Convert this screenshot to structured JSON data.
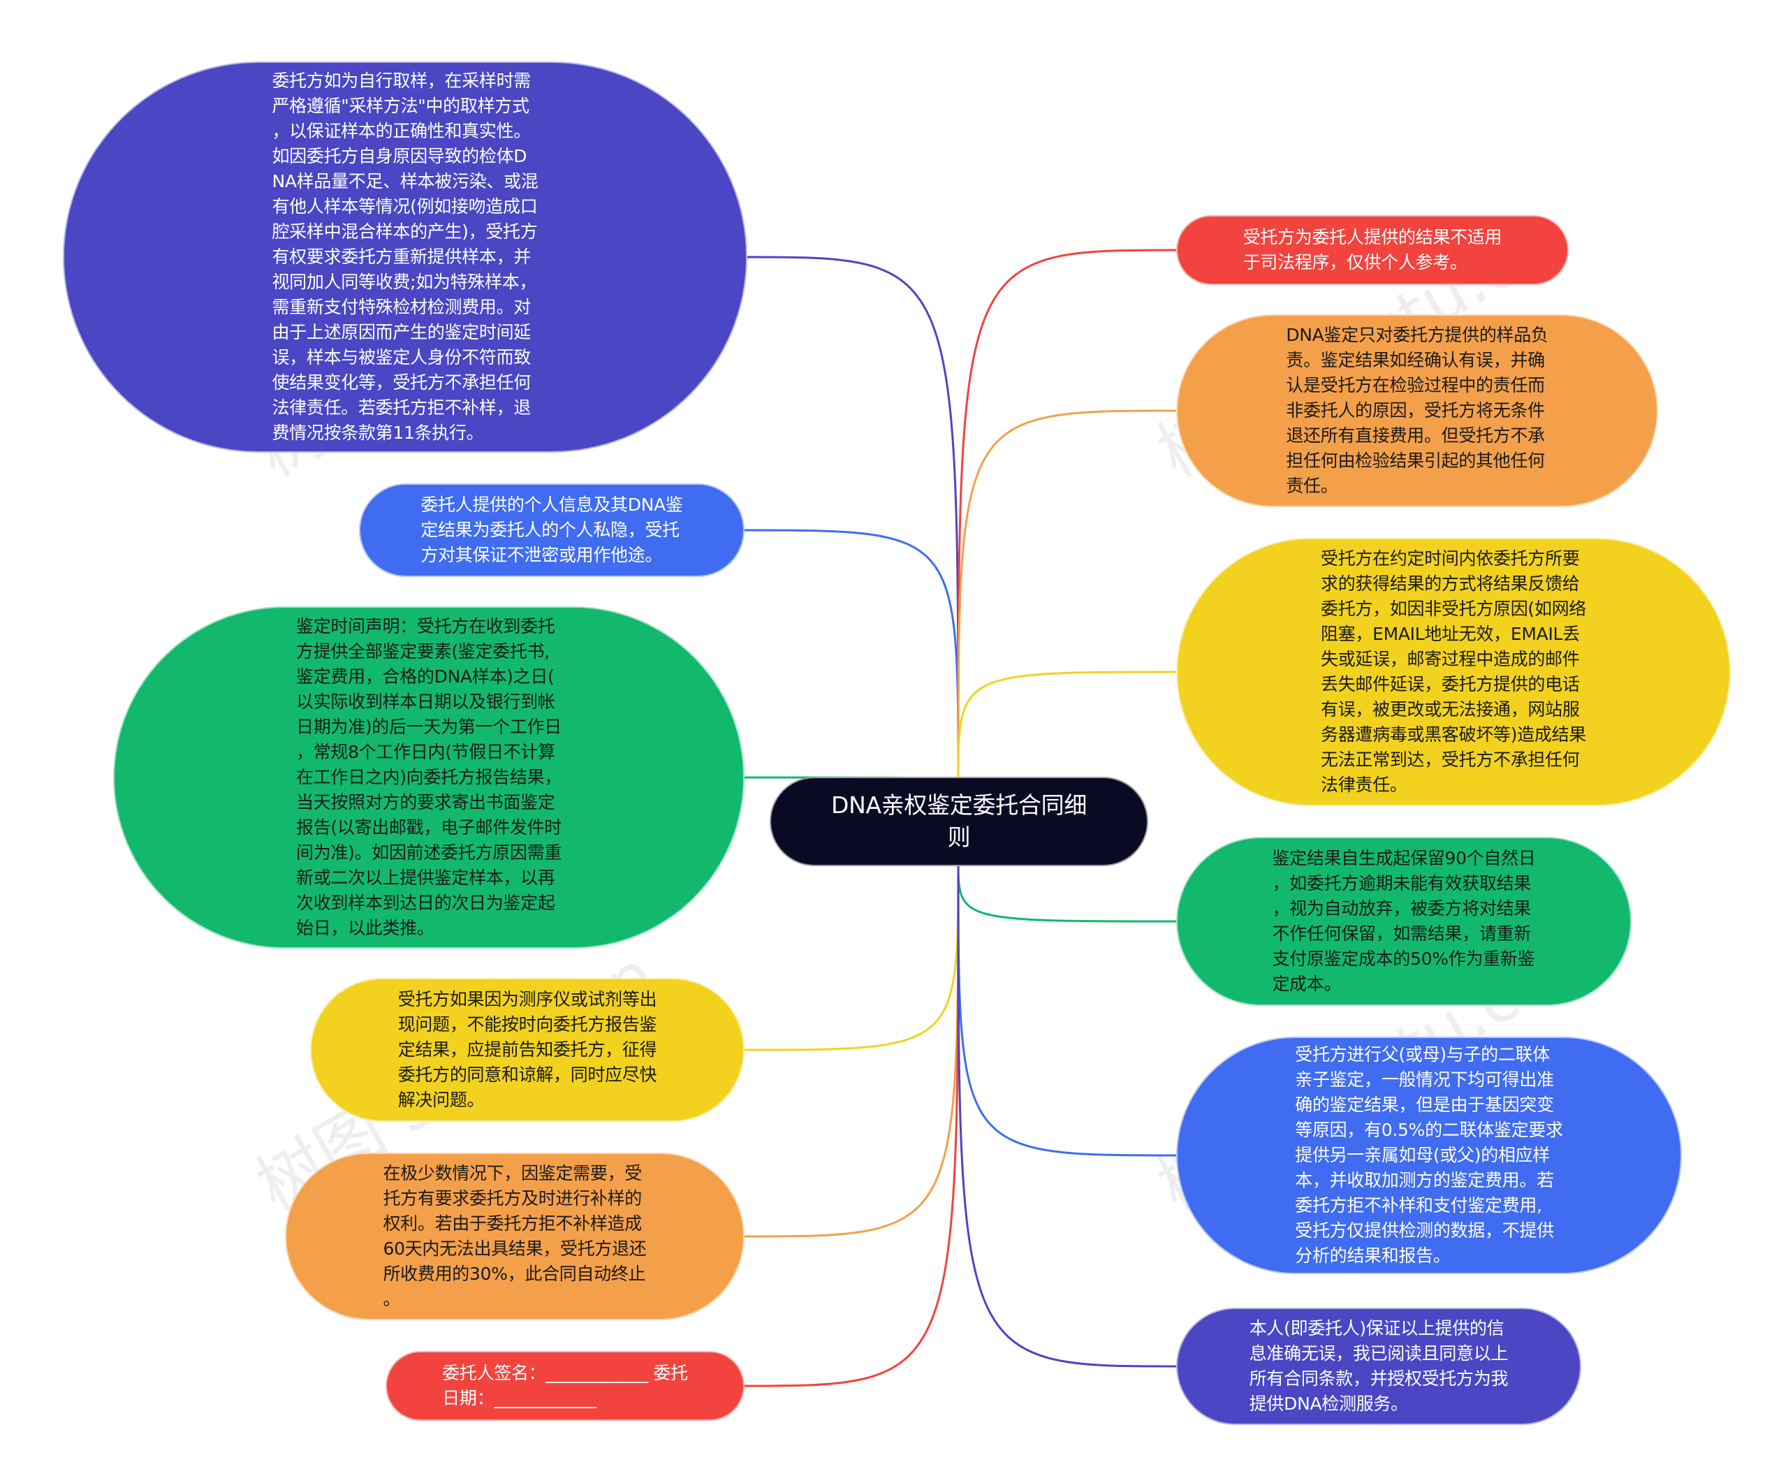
{
  "root": {
    "label": "DNA亲权鉴定委托合同细\n则",
    "color": "#0a0a23"
  },
  "watermark": "树图 shutu.cn",
  "left_nodes": [
    {
      "id": "L1",
      "color": "#4a46c4",
      "text": "委托方如为自行取样，在采样时需\n严格遵循\"采样方法\"中的取样方式\n，以保证样本的正确性和真实性。\n如因委托方自身原因导致的检体D\nNA样品量不足、样本被污染、或混\n有他人样本等情况(例如接吻造成口\n腔采样中混合样本的产生)，受托方\n有权要求委托方重新提供样本，并\n视同加人同等收费;如为特殊样本，\n需重新支付特殊检材检测费用。对\n由于上述原因而产生的鉴定时间延\n误，样本与被鉴定人身份不符而致\n使结果变化等，受托方不承担任何\n法律责任。若委托方拒不补样，退\n费情况按条款第11条执行。"
    },
    {
      "id": "L2",
      "color": "#3f6cf0",
      "text": "委托人提供的个人信息及其DNA鉴\n定结果为委托人的个人私隐，受托\n方对其保证不泄密或用作他途。"
    },
    {
      "id": "L3",
      "color": "#12b96c",
      "text": "鉴定时间声明：受托方在收到委托\n方提供全部鉴定要素(鉴定委托书,\n鉴定费用，合格的DNA样本)之日(\n以实际收到样本日期以及银行到帐\n日期为准)的后一天为第一个工作日\n，常规8个工作日内(节假日不计算\n在工作日之内)向委托方报告结果，\n当天按照对方的要求寄出书面鉴定\n报告(以寄出邮戳，电子邮件发件时\n间为准)。如因前述委托方原因需重\n新或二次以上提供鉴定样本，以再\n次收到样本到达日的次日为鉴定起\n始日，以此类推。"
    },
    {
      "id": "L4",
      "color": "#f2d21f",
      "text": "受托方如果因为测序仪或试剂等出\n现问题，不能按时向委托方报告鉴\n定结果，应提前告知委托方，征得\n委托方的同意和谅解，同时应尽快\n解决问题。"
    },
    {
      "id": "L5",
      "color": "#f4a04b",
      "text": "在极少数情况下，因鉴定需要，受\n托方有要求委托方及时进行补样的\n权利。若由于委托方拒不补样造成\n60天内无法出具结果，受托方退还\n所收费用的30%，此合同自动终止\n。"
    },
    {
      "id": "L6",
      "color": "#f2433e",
      "text": "委托人签名：____________ 委托\n日期：____________"
    }
  ],
  "right_nodes": [
    {
      "id": "R1",
      "color": "#f2433e",
      "text": "受托方为委托人提供的结果不适用\n于司法程序，仅供个人参考。"
    },
    {
      "id": "R2",
      "color": "#f4a04b",
      "text": "DNA鉴定只对委托方提供的样品负\n责。鉴定结果如经确认有误，并确\n认是受托方在检验过程中的责任而\n非委托人的原因，受托方将无条件\n退还所有直接费用。但受托方不承\n担任何由检验结果引起的其他任何\n责任。"
    },
    {
      "id": "R3",
      "color": "#f2d21f",
      "text": "受托方在约定时间内依委托方所要\n求的获得结果的方式将结果反馈给\n委托方，如因非受托方原因(如网络\n阻塞，EMAIL地址无效，EMAIL丢\n失或延误，邮寄过程中造成的邮件\n丢失邮件延误，委托方提供的电话\n有误，被更改或无法接通，网站服\n务器遭病毒或黑客破坏等)造成结果\n无法正常到达，受托方不承担任何\n法律责任。"
    },
    {
      "id": "R4",
      "color": "#12b96c",
      "text": "鉴定结果自生成起保留90个自然日\n，如委托方逾期未能有效获取结果\n，视为自动放弃，被委方将对结果\n不作任何保留，如需结果，请重新\n支付原鉴定成本的50%作为重新鉴\n定成本。"
    },
    {
      "id": "R5",
      "color": "#3f6cf0",
      "text": "受托方进行父(或母)与子的二联体\n亲子鉴定，一般情况下均可得出准\n确的鉴定结果，但是由于基因突变\n等原因，有0.5%的二联体鉴定要求\n提供另一亲属如母(或父)的相应样\n本，并收取加测方的鉴定费用。若\n委托方拒不补样和支付鉴定费用,\n受托方仅提供检测的数据，不提供\n分析的结果和报告。"
    },
    {
      "id": "R6",
      "color": "#4a46c4",
      "text": "本人(即委托人)保证以上提供的信\n息准确无误，我已阅读且同意以上\n所有合同条款，并授权受托方为我\n提供DNA检测服务。"
    }
  ]
}
